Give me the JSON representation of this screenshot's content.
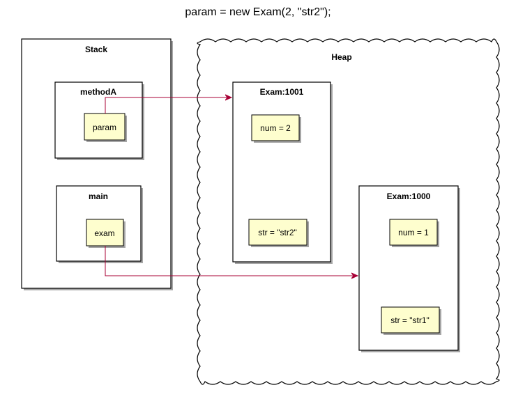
{
  "title": "param = new Exam(2, \"str2\");",
  "stack": {
    "label": "Stack",
    "frames": {
      "methodA": {
        "label": "methodA",
        "var": "param"
      },
      "main": {
        "label": "main",
        "var": "exam"
      }
    }
  },
  "heap": {
    "label": "Heap",
    "objects": {
      "exam1001": {
        "label": "Exam:1001",
        "num": "num = 2",
        "str": "str = \"str2\""
      },
      "exam1000": {
        "label": "Exam:1000",
        "num": "num = 1",
        "str": "str = \"str1\""
      }
    }
  },
  "colors": {
    "note_fill": "#fefece",
    "arrow": "#a80036",
    "border": "#000000"
  }
}
